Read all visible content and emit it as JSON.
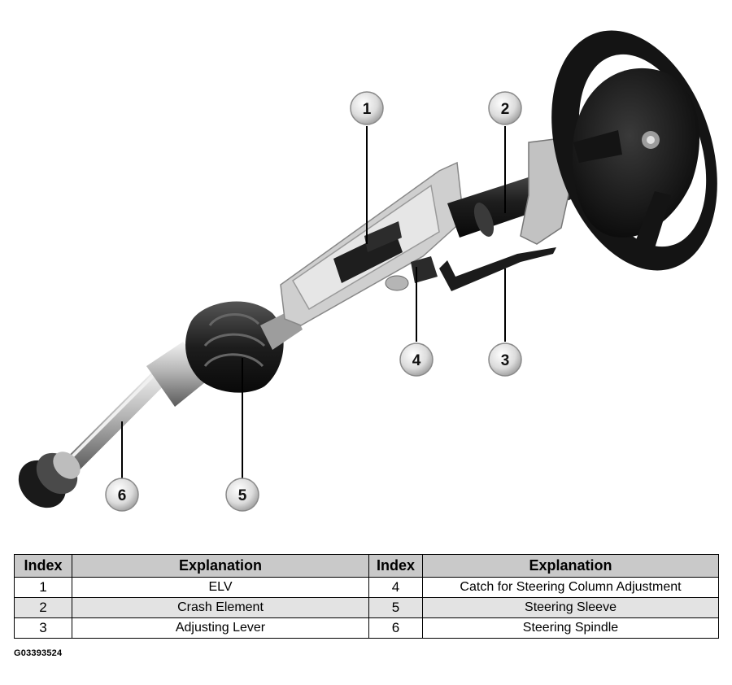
{
  "callouts": [
    "1",
    "2",
    "3",
    "4",
    "5",
    "6"
  ],
  "table": {
    "headers": [
      "Index",
      "Explanation",
      "Index",
      "Explanation"
    ],
    "rows": [
      {
        "left_index": "1",
        "left_text": "ELV",
        "right_index": "4",
        "right_text": "Catch for Steering Column Adjustment"
      },
      {
        "left_index": "2",
        "left_text": "Crash Element",
        "right_index": "5",
        "right_text": "Steering Sleeve"
      },
      {
        "left_index": "3",
        "left_text": "Adjusting Lever",
        "right_index": "6",
        "right_text": "Steering Spindle"
      }
    ]
  },
  "figure_code": "G03393524"
}
